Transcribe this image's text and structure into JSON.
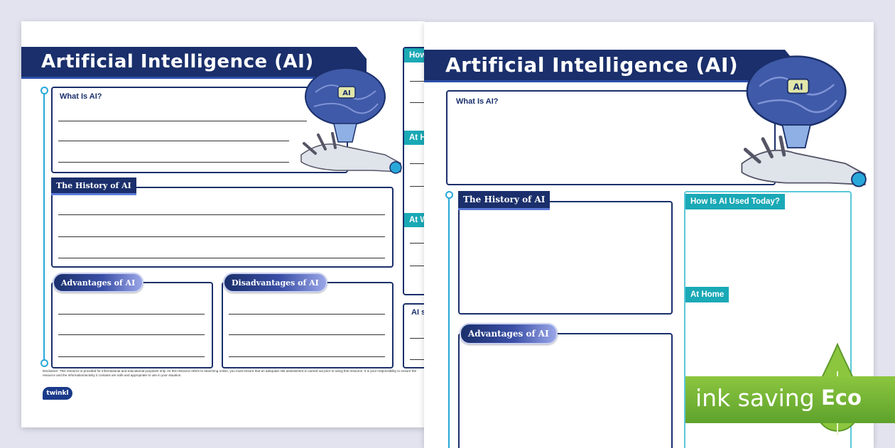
{
  "back_sheet": {
    "title": "Artificial Intelligence (AI)",
    "what_is_ai": "What Is AI?",
    "history": "The History of AI",
    "advantages": "Advantages of AI",
    "disadvantages": "Disadvantages of AI",
    "partial_tabs": [
      "How",
      "At H",
      "At W",
      "AI s"
    ],
    "disclaimer": "Disclaimer: This resource is provided for informational and educational purposes only. As this resource refers to searching online, you must ensure that an adequate risk assessment is carried out prior to using this resource. It is your responsibility to ensure the resource and the information/activity it contains are safe and appropriate to use in your situation.",
    "logo": "twinkl"
  },
  "front_sheet": {
    "title": "Artificial Intelligence (AI)",
    "what_is_ai": "What Is AI?",
    "history": "The History of AI",
    "advantages": "Advantages of AI",
    "how_used_today": "How Is AI Used Today?",
    "at_home": "At Home"
  },
  "robot_badge": "AI",
  "eco_badge": {
    "ink_saving": "ink saving",
    "eco": "Eco"
  },
  "colors": {
    "navy": "#1a2f6b",
    "teal": "#1aa9b6",
    "eco_green": "#6ab02e",
    "background": "#e3e3f0"
  }
}
